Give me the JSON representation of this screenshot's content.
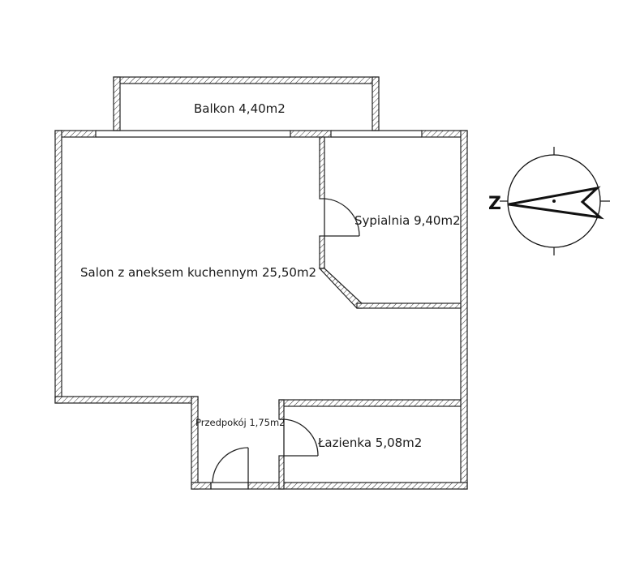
{
  "plan": {
    "rooms": [
      {
        "id": "balkon",
        "label": "Balkon 4,40m2"
      },
      {
        "id": "sypialnia",
        "label": "Sypialnia 9,40m2"
      },
      {
        "id": "salon",
        "label": "Salon z aneksem kuchennym 25,50m2"
      },
      {
        "id": "przedpokoj",
        "label": "Przedpokój 1,75m2"
      },
      {
        "id": "lazienka",
        "label": "Łazienka 5,08m2"
      }
    ],
    "compass": {
      "letter": "Z"
    }
  }
}
